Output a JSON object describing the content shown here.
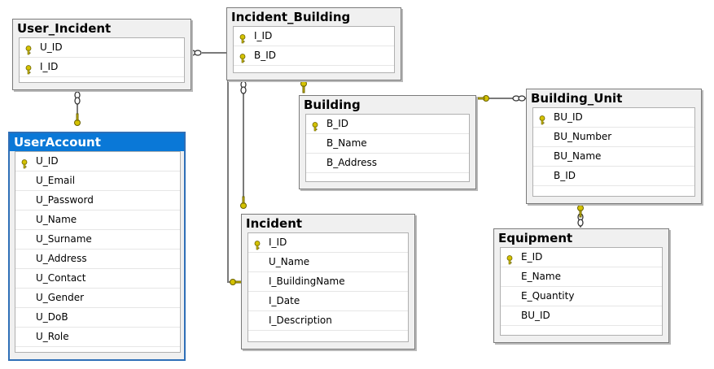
{
  "tables": {
    "user_incident": {
      "name": "User_Incident",
      "columns": [
        "U_ID",
        "I_ID"
      ]
    },
    "incident_building": {
      "name": "Incident_Building",
      "columns": [
        "I_ID",
        "B_ID"
      ]
    },
    "user_account": {
      "name": "UserAccount",
      "columns": [
        "U_ID",
        "U_Email",
        "U_Password",
        "U_Name",
        "U_Surname",
        "U_Address",
        "U_Contact",
        "U_Gender",
        "U_DoB",
        "U_Role"
      ]
    },
    "building": {
      "name": "Building",
      "columns": [
        "B_ID",
        "B_Name",
        "B_Address"
      ]
    },
    "building_unit": {
      "name": "Building_Unit",
      "columns": [
        "BU_ID",
        "BU_Number",
        "BU_Name",
        "B_ID"
      ]
    },
    "incident": {
      "name": "Incident",
      "columns": [
        "I_ID",
        "U_Name",
        "I_BuildingName",
        "I_Date",
        "I_Description"
      ]
    },
    "equipment": {
      "name": "Equipment",
      "columns": [
        "E_ID",
        "E_Name",
        "E_Quantity",
        "BU_ID"
      ]
    }
  },
  "colors": {
    "selected_header": "#0a78d7",
    "key_icon": "#d4c200",
    "relationship_line": "#7a7a7a"
  },
  "icons": {
    "primary_key": "key-icon",
    "many_end": "infinity-icon",
    "one_end": "key-icon"
  }
}
